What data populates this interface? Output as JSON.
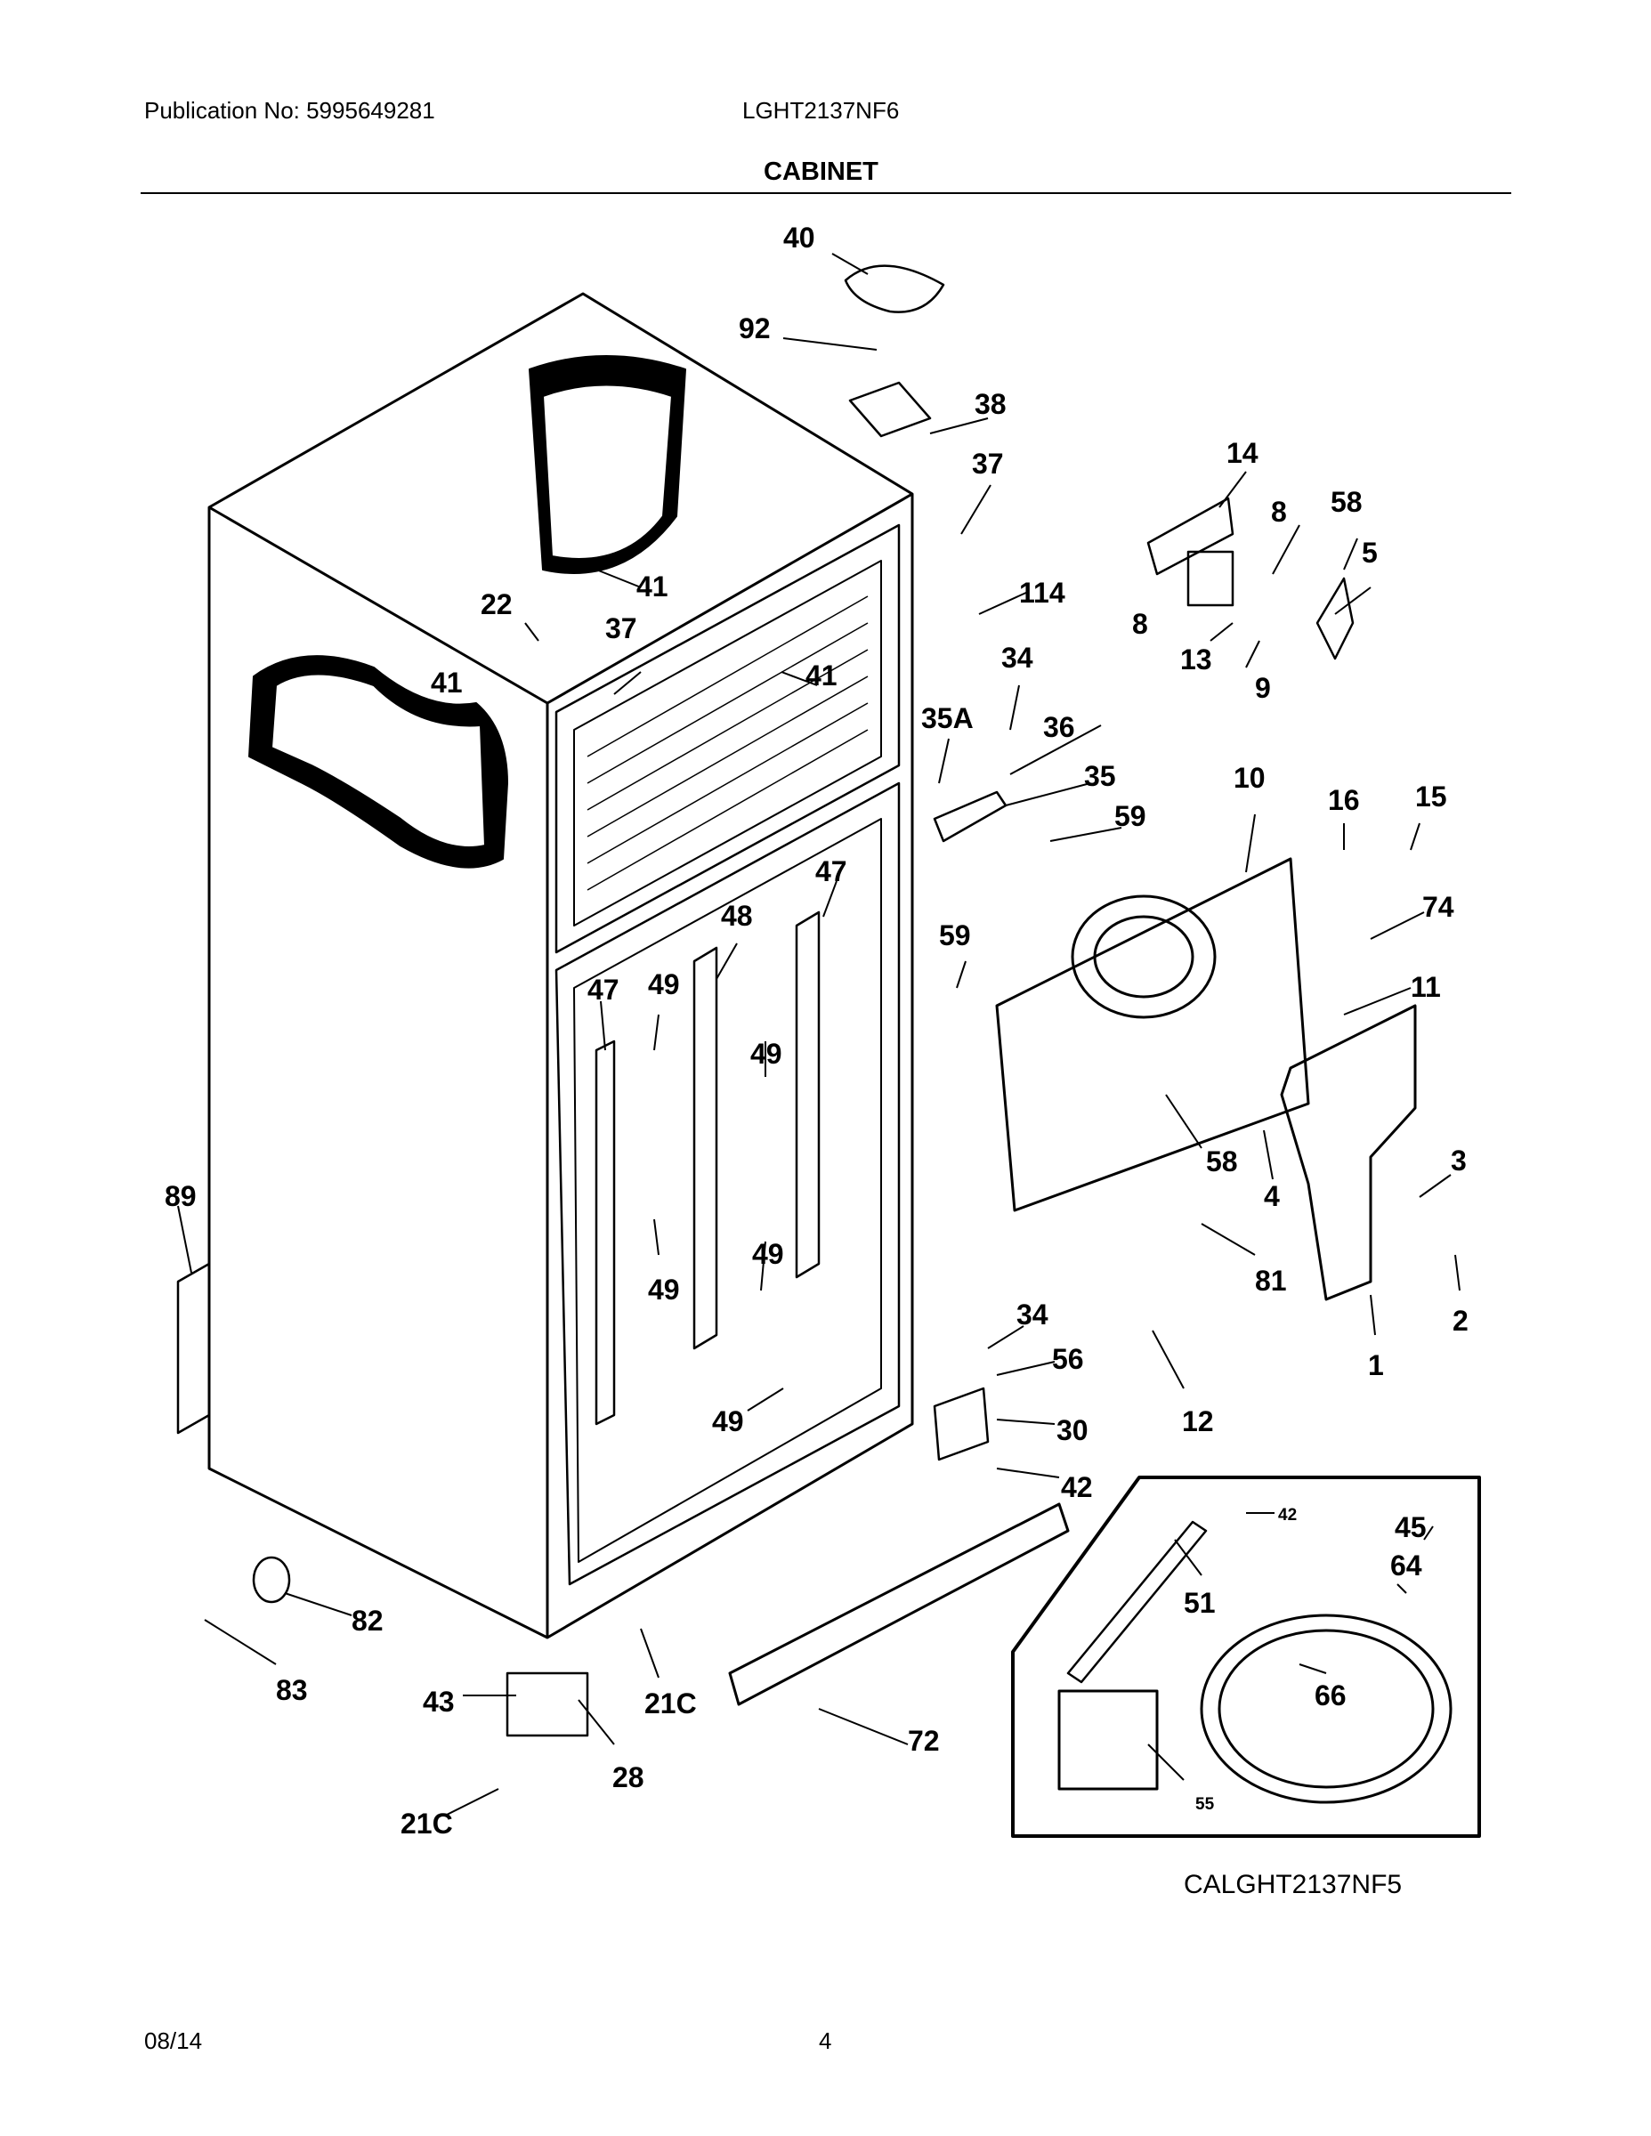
{
  "header": {
    "publication": "Publication No: 5995649281",
    "model": "LGHT2137NF6",
    "section_title": "CABINET"
  },
  "diagram": {
    "inset_caption": "CALGHT2137NF5",
    "callouts": [
      "40",
      "92",
      "38",
      "37",
      "14",
      "8",
      "58",
      "5",
      "41",
      "22",
      "37",
      "41",
      "114",
      "34",
      "36",
      "8",
      "13",
      "9",
      "41",
      "35A",
      "35",
      "59",
      "10",
      "16",
      "15",
      "74",
      "47",
      "48",
      "59",
      "47",
      "49",
      "11",
      "49",
      "58",
      "3",
      "4",
      "89",
      "49",
      "81",
      "49",
      "2",
      "34",
      "12",
      "1",
      "56",
      "30",
      "49",
      "42",
      "42",
      "45",
      "51",
      "64",
      "82",
      "66",
      "83",
      "43",
      "21C",
      "72",
      "28",
      "55",
      "21C"
    ]
  },
  "footer": {
    "date": "08/14",
    "page": "4"
  }
}
